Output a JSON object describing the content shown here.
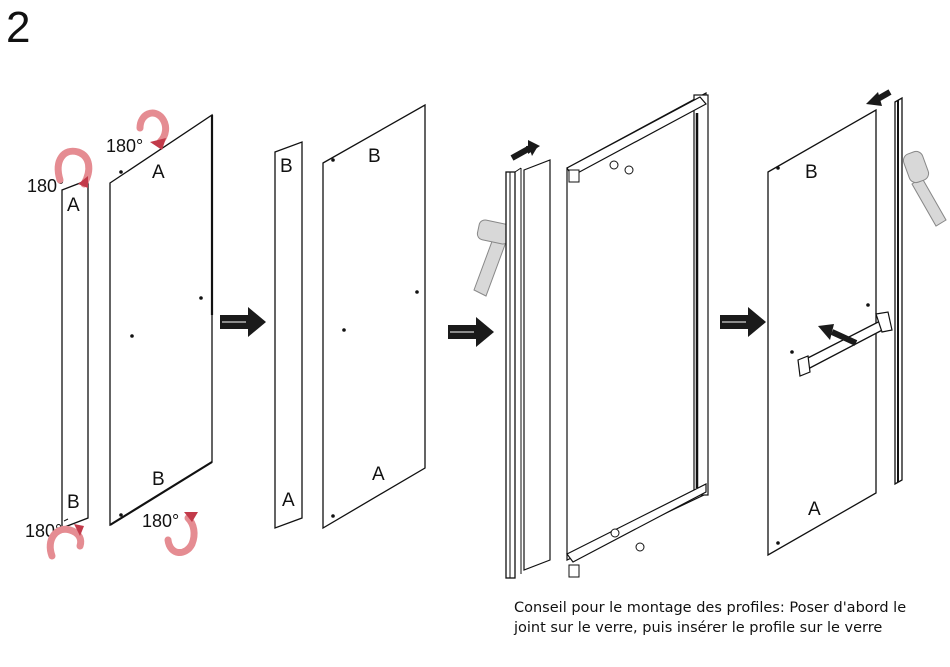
{
  "step": {
    "number": "2"
  },
  "labels": {
    "a": "A",
    "b": "B",
    "rotate": "180°"
  },
  "tip": {
    "line1": "Conseil pour le montage des profiles: Poser d'abord le",
    "line2": "joint sur le verre, puis insérer le profile sur le verre"
  },
  "colors": {
    "line": "#111111",
    "arrow": "#1a1a1a",
    "rotate_arrow": "#e58c92",
    "rotate_arrow_dark": "#c23a4a",
    "mallet": "#d8d8d8"
  }
}
